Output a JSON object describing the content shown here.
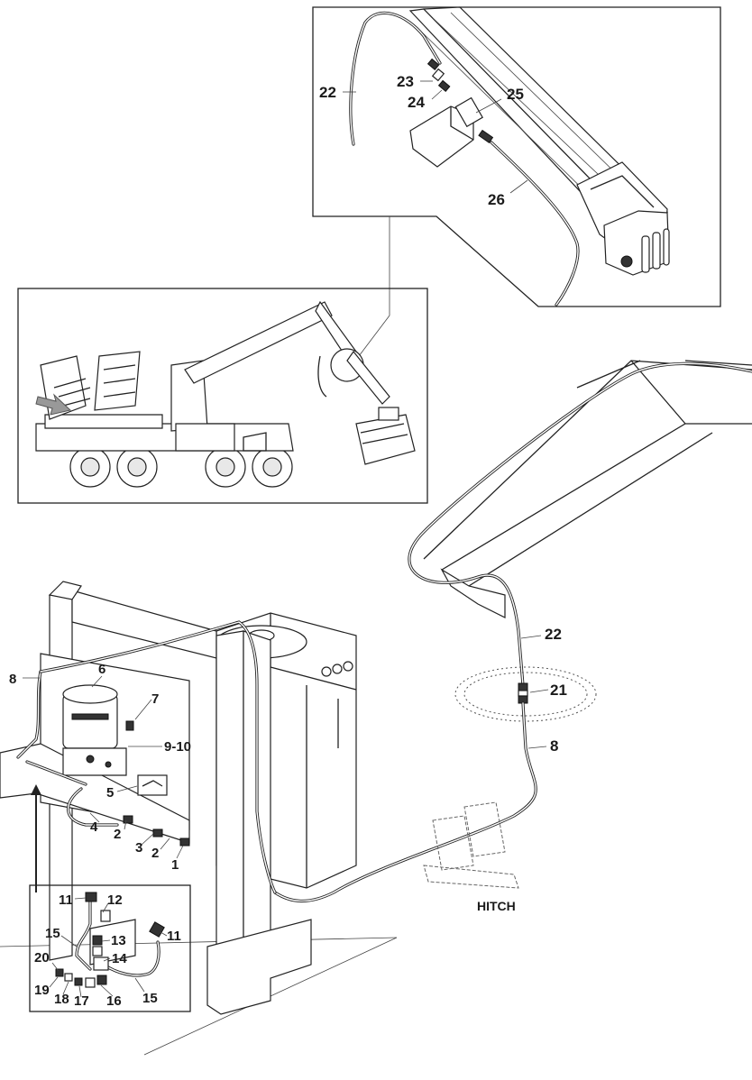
{
  "diagram": {
    "callouts": {
      "c22_top": "22",
      "c23": "23",
      "c24": "24",
      "c25": "25",
      "c26": "26",
      "c22_mid": "22",
      "c21": "21",
      "c8_right": "8",
      "c8_left": "8",
      "c6": "6",
      "c7": "7",
      "c9_10": "9-10",
      "c5": "5",
      "c4": "4",
      "c2_a": "2",
      "c3": "3",
      "c2_b": "2",
      "c1": "1"
    },
    "detail_callouts": {
      "c11_a": "11",
      "c12": "12",
      "c15_a": "15",
      "c13": "13",
      "c11_b": "11",
      "c20": "20",
      "c14": "14",
      "c19": "19",
      "c18": "18",
      "c17": "17",
      "c16": "16",
      "c15_b": "15"
    },
    "hitch_label": "HITCH"
  }
}
